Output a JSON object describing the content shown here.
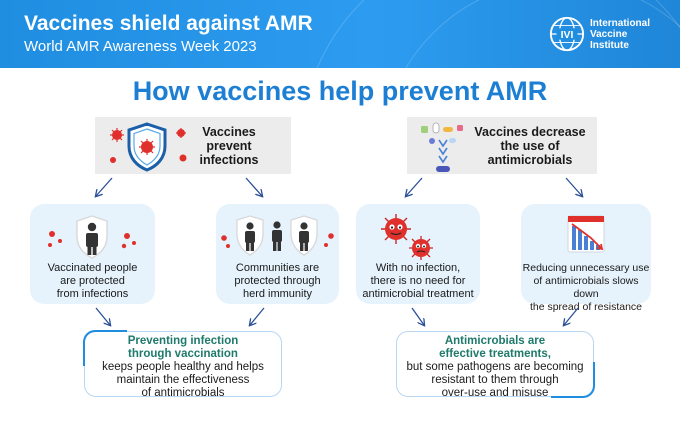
{
  "header": {
    "title": "Vaccines shield against AMR",
    "subtitle": "World AMR Awareness Week 2023",
    "org_line1": "International",
    "org_line2": "Vaccine",
    "org_line3": "Institute",
    "org_logo_text": "IVI"
  },
  "main_title": "How vaccines help prevent AMR",
  "left": {
    "card_line1": "Vaccines",
    "card_line2": "prevent",
    "card_line3": "infections",
    "box1": {
      "line1": "Vaccinated people",
      "line2": "are protected",
      "line3": "from infections"
    },
    "box2": {
      "line1": "Communities are",
      "line2": "protected through",
      "line3": "herd immunity"
    },
    "result": {
      "head1": "Preventing infection",
      "head2": "through vaccination",
      "body1": "keeps people healthy and helps",
      "body2": "maintain the effectiveness",
      "body3": "of antimicrobials"
    }
  },
  "right": {
    "card_line1": "Vaccines decrease",
    "card_line2": "the use of",
    "card_line3": "antimicrobials",
    "box1": {
      "line1": "With no infection,",
      "line2": "there is no need for",
      "line3": "antimicrobial treatment"
    },
    "box2": {
      "line1": "Reducing unnecessary use",
      "line2": "of antimicrobials slows down",
      "line3": "the spread of resistance"
    },
    "result": {
      "head1": "Antimicrobials are",
      "head2": "effective treatments,",
      "body1": "but some pathogens are becoming",
      "body2": "resistant to them through",
      "body3": "over-use and misuse"
    }
  },
  "colors": {
    "banner": "#1f8de0",
    "title_blue": "#1d7fd3",
    "accent_teal": "#1e7a6b",
    "virus_red": "#e0302c",
    "person_dark": "#333333",
    "box_fill": "#e6f3fc"
  },
  "icons": [
    "globe-logo-icon",
    "shield-virus-icon",
    "virus-icon",
    "person-icon",
    "pills-icon",
    "declining-chart-icon",
    "monster-virus-icon"
  ]
}
